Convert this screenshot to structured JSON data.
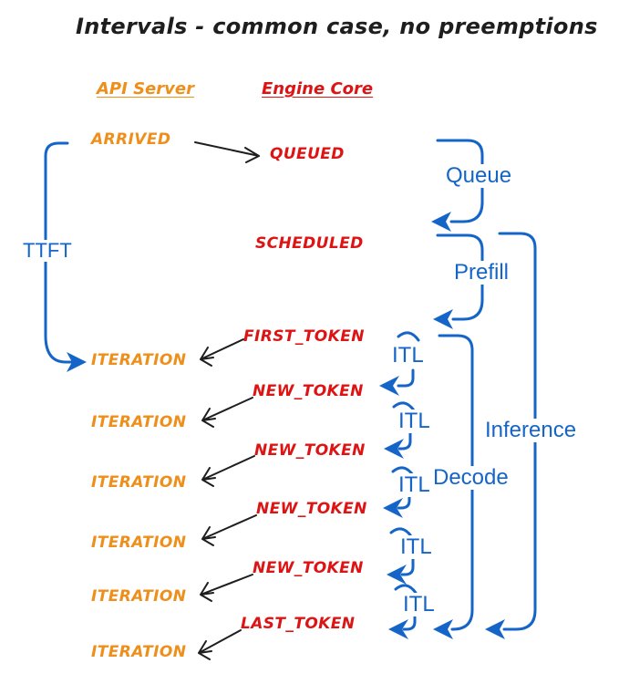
{
  "title": "Intervals - common case, no preemptions",
  "columns": {
    "api_server": "API Server",
    "engine_core": "Engine Core"
  },
  "events": {
    "arrived": "ARRIVED",
    "queued": "QUEUED",
    "scheduled": "SCHEDULED",
    "first_token": "FIRST_TOKEN",
    "new_token": "NEW_TOKEN",
    "last_token": "LAST_TOKEN",
    "iteration": "ITERATION"
  },
  "intervals": {
    "ttft": "TTFT",
    "queue": "Queue",
    "prefill": "Prefill",
    "itl": "ITL",
    "decode": "Decode",
    "inference": "Inference"
  },
  "colors": {
    "orange": "#EE8F1C",
    "red": "#DE1414",
    "blue": "#1565C8",
    "black": "#1E1E1E",
    "background": "#FFFFFF"
  }
}
